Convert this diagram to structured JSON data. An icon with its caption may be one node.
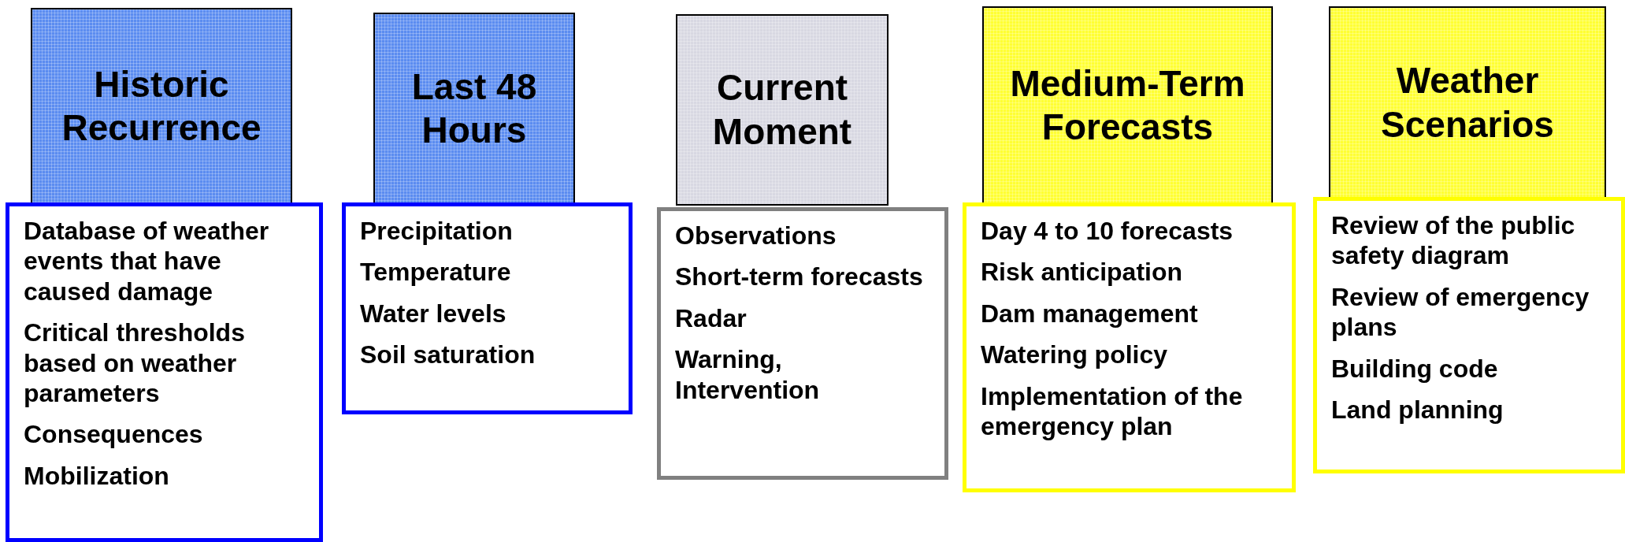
{
  "diagram": {
    "nodes": [
      {
        "text": [
          "Historic Recurrence"
        ]
      },
      {
        "text": [
          "Database of weather events that have caused damage",
          "Critical thresholds based on weather parameters",
          "Consequences",
          "Mobilization"
        ]
      },
      {
        "text": [
          "Last 48 Hours"
        ]
      },
      {
        "text": [
          "Precipitation",
          "Temperature",
          "Water levels",
          "Soil saturation"
        ]
      },
      {
        "text": [
          "Current Moment"
        ]
      },
      {
        "text": [
          "Observations",
          "Short-term forecasts",
          "Radar",
          "Warning, Intervention"
        ]
      },
      {
        "text": [
          "Medium-Term Forecasts"
        ]
      },
      {
        "text": [
          "Day 4 to 10 forecasts",
          "Risk anticipation",
          "Dam management",
          "Watering policy",
          "Implementation of the emergency plan"
        ]
      },
      {
        "text": [
          "Weather Scenarios"
        ]
      },
      {
        "text": [
          "Review of the public safety diagram",
          "Review of emergency plans",
          "Building code",
          "Land planning"
        ]
      }
    ]
  }
}
